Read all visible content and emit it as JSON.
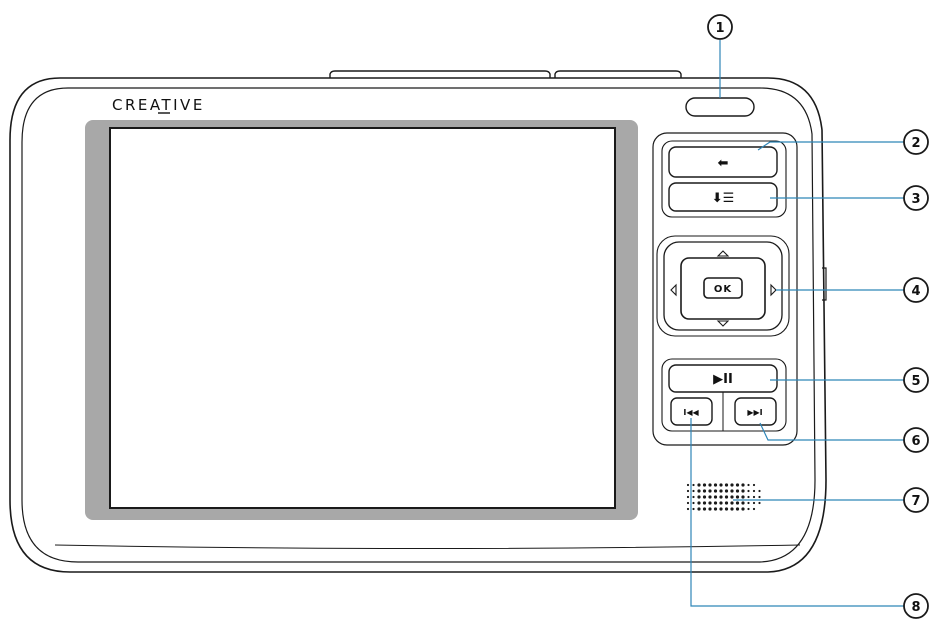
{
  "brand": "CREATIVE",
  "buttons": {
    "back_glyph": "⬅",
    "menu_glyph": "⬇☰",
    "ok_label": "OK",
    "play_pause_glyph": "▶II",
    "prev_glyph": "I◀◀",
    "next_glyph": "▶▶I"
  },
  "callouts": [
    "1",
    "2",
    "3",
    "4",
    "5",
    "6",
    "7",
    "8"
  ],
  "colors": {
    "outline": "#1a1a1a",
    "screen_bezel": "#a8a8a8",
    "callout_line": "#2f86b8"
  }
}
